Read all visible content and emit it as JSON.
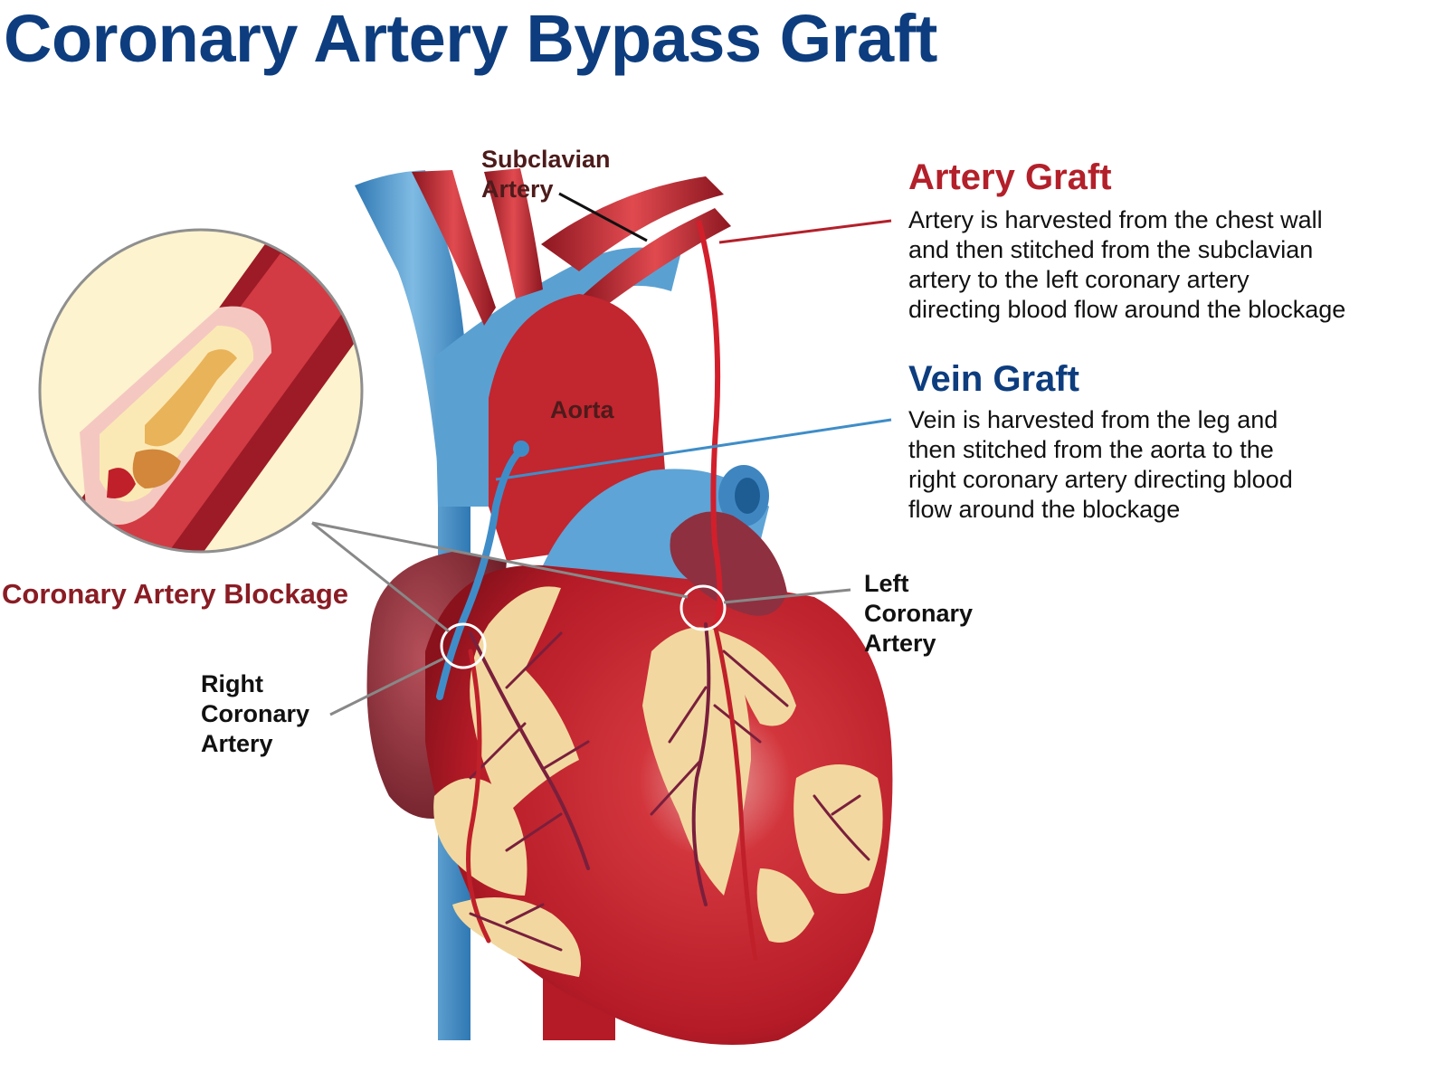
{
  "title": "Coronary Artery Bypass Graft",
  "labels": {
    "subclavian_line1": "Subclavian",
    "subclavian_line2": "Artery",
    "aorta": "Aorta",
    "blockage": "Coronary Artery Blockage",
    "right_line1": "Right",
    "right_line2": "Coronary",
    "right_line3": "Artery",
    "left_line1": "Left",
    "left_line2": "Coronary",
    "left_line3": "Artery"
  },
  "artery_graft": {
    "heading": "Artery Graft",
    "lines": [
      "Artery is harvested from the chest wall",
      "and then stitched from the subclavian",
      "artery to the left coronary artery",
      "directing blood flow around the blockage"
    ]
  },
  "vein_graft": {
    "heading": "Vein Graft",
    "lines": [
      "Vein is harvested from the leg and",
      "then stitched from the aorta to the",
      "right coronary artery directing blood",
      "flow around the blockage"
    ]
  },
  "colors": {
    "title_blue": "#0d3d7e",
    "artery_red": "#b3202a",
    "heart_red": "#c8202c",
    "vein_blue": "#4a93c6",
    "fat_yellow": "#f2d8a0",
    "inset_bg": "#fdf3cf"
  }
}
